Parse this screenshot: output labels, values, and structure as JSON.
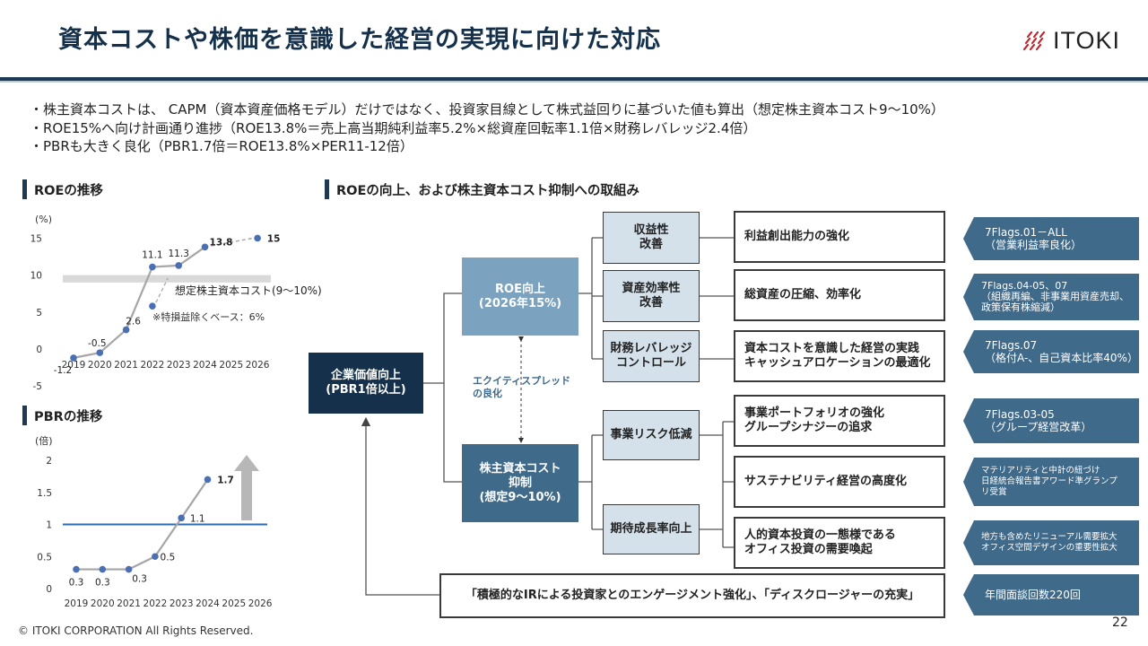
{
  "title": "資本コストや株価を意識した経営の実現に向けた対応",
  "logo": "ITOKI",
  "bullets": [
    "・株主資本コストは、 CAPM（資本資産価格モデル）だけではなく、投資家目線として株式益回りに基づいた値も算出（想定株主資本コスト9～10%）",
    "・ROE15%へ向け計画通り進捗（ROE13.8%＝売上高当期純利益率5.2%×総資産回転率1.1倍×財務レバレッジ2.4倍）",
    "・PBRも大きく良化（PBR1.7倍＝ROE13.8%×PER11-12倍）"
  ],
  "roe_section": "ROEの推移",
  "pbr_section": "PBRの推移",
  "flow_section": "ROEの向上、および株主資本コスト抑制への取組み",
  "chart_data": [
    {
      "type": "line",
      "unit_label": "(%)",
      "categories": [
        "2019",
        "2020",
        "2021",
        "2022",
        "2023",
        "2024",
        "2025",
        "2026"
      ],
      "yticks": [
        15,
        10,
        5,
        0,
        -5
      ],
      "ylim": [
        -5,
        15
      ],
      "series": [
        {
          "values": [
            -1.2,
            -0.5,
            2.6,
            11.1,
            11.3,
            13.8,
            null,
            15
          ]
        },
        {
          "values": [
            null,
            null,
            null,
            5.8,
            null,
            null,
            null,
            null
          ]
        }
      ],
      "data_labels": [
        "-1.2",
        "-0.5",
        "2.6",
        "11.1",
        "11.3",
        "13.8",
        "15"
      ],
      "band": [
        9,
        10
      ],
      "band_label": "想定株主資本コスト(9～10%)",
      "note": "※特損益除くベース：6%"
    },
    {
      "type": "line",
      "unit_label": "(倍)",
      "categories": [
        "2019",
        "2020",
        "2021",
        "2022",
        "2023",
        "2024",
        "2025",
        "2026"
      ],
      "yticks": [
        "2",
        "1.5",
        "1",
        "0.5",
        "0"
      ],
      "ylim": [
        0,
        2
      ],
      "series": [
        {
          "values": [
            0.3,
            0.3,
            0.3,
            0.5,
            1.1,
            1.7,
            null,
            null
          ]
        }
      ],
      "data_labels": [
        "0.3",
        "0.3",
        "0.3",
        "0.5",
        "1.1",
        "1.7"
      ],
      "reference_line": 1
    }
  ],
  "flow": {
    "root": "企業価値向上\n(PBR1倍以上)",
    "roe": "ROE向上\n(2026年15%)",
    "coc": "株主資本コスト\n抑制\n(想定9～10%)",
    "spread": "エクイティスプレッド\nの良化",
    "levers": [
      "収益性\n改善",
      "資産効率性\n改善",
      "財務レバレッジ\nコントロール",
      "事業リスク低減",
      "期待成長率向上"
    ],
    "actions": [
      "利益創出能力の強化",
      "総資産の圧縮、効率化",
      "資本コストを意識した経営の実践\nキャッシュアロケーションの最適化",
      "事業ポートフォリオの強化\nグループシナジーの追求",
      "サステナビリティ経営の高度化",
      "人的資本投資の一態様である\nオフィス投資の需要喚起"
    ],
    "bottom_action": "「積極的なIRによる投資家とのエンゲージメント強化」、「ディスクロージャーの充実」",
    "tags": [
      "7Flags.01－ALL\n（営業利益率良化）",
      "7Flags.04-05、07\n（組織再編、非事業用資産売却、\n政策保有株縮減）",
      "7Flags.07\n（格付A-、自己資本比率40%）",
      "7Flags.03-05\n（グループ経営改革）",
      "マテリアリティと中計の紐づけ\n日経統合報告書アワード準グランプ\nリ受賞",
      "地方も含めたリニューアル需要拡大\nオフィス空間デザインの重要性拡大",
      "年間面談回数220回"
    ]
  },
  "colors": {
    "navy": "#15304a",
    "mid_blue": "#7ba2bf",
    "steel": "#3f6a8a",
    "light_blue": "#d4e1ea",
    "point": "#4a6fb5"
  },
  "footer": "© ITOKI CORPORATION All Rights Reserved.",
  "page_number": "22"
}
